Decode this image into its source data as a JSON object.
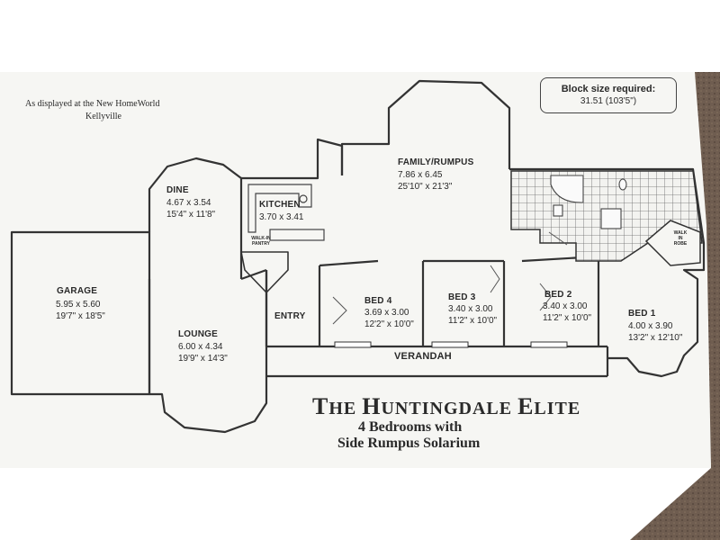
{
  "display_note": {
    "line1": "As displayed at the New HomeWorld",
    "line2": "Kellyville"
  },
  "block_size": {
    "label": "Block size required:",
    "value": "31.51 (103'5\")"
  },
  "title": {
    "name_initial_1": "T",
    "name_part_1": "HE ",
    "name_initial_2": "H",
    "name_part_2": "UNTINGDALE ",
    "name_initial_3": "E",
    "name_part_3": "LITE",
    "line2": "4 Bedrooms with",
    "line3": "Side Rumpus Solarium"
  },
  "rooms": {
    "garage": {
      "name": "GARAGE",
      "metric": "5.95 x 5.60",
      "imperial": "19'7\" x 18'5\""
    },
    "dine": {
      "name": "DINE",
      "metric": "4.67 x 3.54",
      "imperial": "15'4\" x 11'8\""
    },
    "kitchen": {
      "name": "KITCHEN",
      "metric": "3.70 x 3.41"
    },
    "family": {
      "name": "FAMILY/RUMPUS",
      "metric": "7.86 x 6.45",
      "imperial": "25'10\" x 21'3\""
    },
    "lounge": {
      "name": "LOUNGE",
      "metric": "6.00 x 4.34",
      "imperial": "19'9\" x 14'3\""
    },
    "entry": {
      "name": "ENTRY"
    },
    "bed4": {
      "name": "BED 4",
      "metric": "3.69 x 3.00",
      "imperial": "12'2\" x 10'0\""
    },
    "bed3": {
      "name": "BED 3",
      "metric": "3.40 x 3.00",
      "imperial": "11'2\" x 10'0\""
    },
    "bed2": {
      "name": "BED 2",
      "metric": "3.40 x 3.00",
      "imperial": "11'2\" x 10'0\""
    },
    "bed1": {
      "name": "BED 1",
      "metric": "4.00 x 3.90",
      "imperial": "13'2\" x 12'10\""
    },
    "verandah": {
      "name": "VERANDAH"
    },
    "pantry": {
      "line1": "WALK-IN",
      "line2": "PANTRY"
    },
    "robe": {
      "line1": "WALK",
      "line2": "IN",
      "line3": "ROBE"
    }
  },
  "colors": {
    "paper": "#f5f5f2",
    "ink": "#2a2a2a",
    "carpet": "#6b5a4e",
    "background": "#ffffff"
  }
}
